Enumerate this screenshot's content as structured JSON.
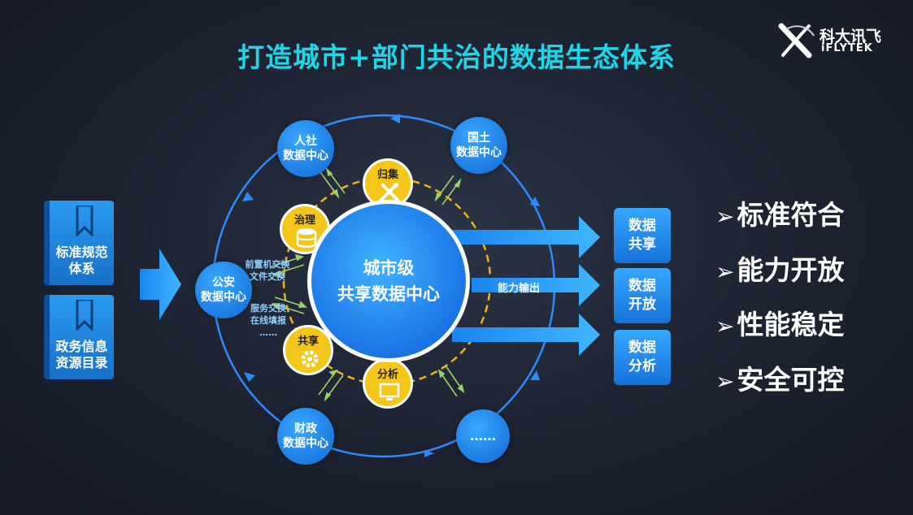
{
  "title": "打造城市+部门共治的数据生态体系",
  "logo": {
    "cn": "科大讯飞",
    "en": "iFLYTEK"
  },
  "left_books": [
    {
      "line1": "标准规范",
      "line2": "体系"
    },
    {
      "line1": "政务信息",
      "line2": "资源目录"
    }
  ],
  "outer_nodes": {
    "renshe": {
      "line1": "人社",
      "line2": "数据中心"
    },
    "guotu": {
      "line1": "国土",
      "line2": "数据中心"
    },
    "gongan": {
      "line1": "公安",
      "line2": "数据中心"
    },
    "caizheng": {
      "line1": "财政",
      "line2": "数据中心"
    },
    "more": {
      "line1": "……"
    }
  },
  "inner_nodes": {
    "guiji": "归集",
    "zhili": "治理",
    "gongxiang": "共享",
    "fenxi": "分析"
  },
  "center": {
    "line1": "城市级",
    "line2": "共享数据中心"
  },
  "exchange_labels": {
    "top1": "前置机交换",
    "top2": "文件交换",
    "mid1": "服务交换",
    "mid2": "在线填报",
    "dots": "……"
  },
  "output_label": "能力输出",
  "data_boxes": [
    {
      "line1": "数据",
      "line2": "共享"
    },
    {
      "line1": "数据",
      "line2": "开放"
    },
    {
      "line1": "数据",
      "line2": "分析"
    }
  ],
  "features": [
    "标准符合",
    "能力开放",
    "性能稳定",
    "安全可控"
  ],
  "colors": {
    "title": "#1fd6e6",
    "accent_blue": "#1e88f0",
    "yellow": "#f4c619",
    "green_arrow": "#9bd26a"
  }
}
